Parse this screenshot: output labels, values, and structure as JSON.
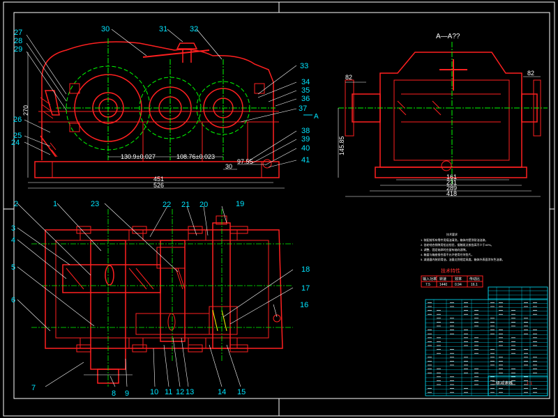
{
  "drawing": {
    "section_label": "A—A??",
    "view_marker": "A",
    "balloons": [
      "1",
      "2",
      "3",
      "4",
      "5",
      "6",
      "7",
      "8",
      "9",
      "10",
      "11",
      "12",
      "13",
      "14",
      "15",
      "16",
      "17",
      "18",
      "19",
      "20",
      "21",
      "22",
      "23",
      "24",
      "25",
      "26",
      "27",
      "28",
      "29",
      "30",
      "31",
      "32",
      "33",
      "34",
      "35",
      "36",
      "37",
      "38",
      "39",
      "40",
      "41"
    ],
    "dimensions": {
      "center_1": "130.9±0.027",
      "center_2": "108.76±0.023",
      "length_inner": "451",
      "length_total": "526",
      "height_left": "270",
      "small_30": "30",
      "dim_97": "97.55",
      "side_height": "145.85",
      "side_82_left": "82",
      "side_82_right": "82",
      "side_161": "161",
      "side_231": "231",
      "side_289": "289",
      "side_418": "418"
    },
    "notes_title": "技术要求",
    "notes_lines": [
      "1. 装配前所有零件用煤油清洗，箱体内壁涂耐油油漆。",
      "2. 齿轮啮合侧隙用铅丝检验，接触斑点按齿高不少于40%。",
      "3. 调整、固定轴承时应留有轴向游隙。",
      "4. 箱盖与箱座接合面不允许使用任何垫片。",
      "5. 减速器内装润滑油，油量达到规定高度。箱体外表面涂灰色油漆。"
    ],
    "spec_title": "技术特性",
    "spec_headers": [
      "输入功率",
      "转速",
      "效率",
      "传动比"
    ],
    "spec_values": [
      "7.5",
      "1440",
      "0.94",
      "16.1"
    ],
    "title_block": {
      "drawing_title": "二级减速器",
      "scale": "1:1"
    }
  },
  "colors": {
    "background": "#000000",
    "outline": "#ff2020",
    "centerline": "#00ff00",
    "dimension": "#ffffff",
    "balloon": "#00e5ff",
    "leader": "#ffffff",
    "border": "#ffffff",
    "table": "#00e5ff"
  }
}
